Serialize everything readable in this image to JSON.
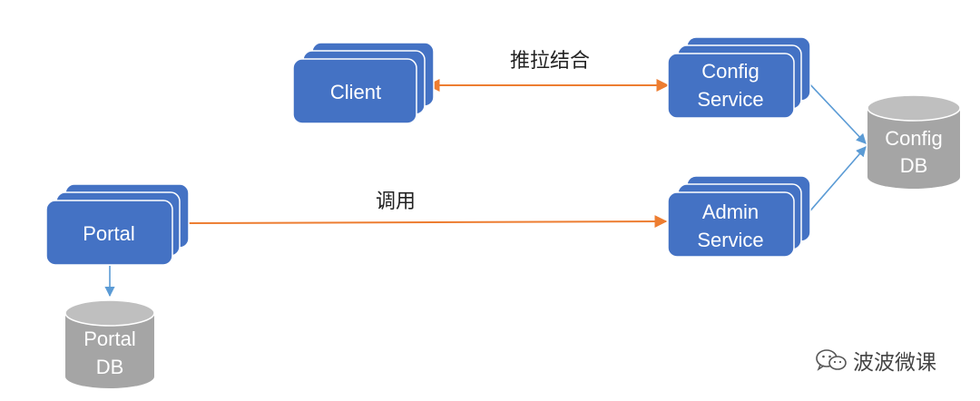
{
  "colors": {
    "node_fill": "#4472c4",
    "node_stroke": "#ffffff",
    "db_fill": "#a5a5a5",
    "db_top": "#bfbfbf",
    "edge_orange": "#ed7d31",
    "edge_blue": "#5b9bd5"
  },
  "nodes": {
    "client": {
      "label": "Client"
    },
    "config_service": {
      "line1": "Config",
      "line2": "Service"
    },
    "admin_service": {
      "line1": "Admin",
      "line2": "Service"
    },
    "portal": {
      "label": "Portal"
    }
  },
  "databases": {
    "config_db": {
      "line1": "Config",
      "line2": "DB"
    },
    "portal_db": {
      "line1": "Portal",
      "line2": "DB"
    }
  },
  "edges": {
    "client_config": {
      "label": "推拉结合"
    },
    "portal_admin": {
      "label": "调用"
    }
  },
  "watermark": {
    "icon": "wechat-icon",
    "text": "波波微课"
  }
}
